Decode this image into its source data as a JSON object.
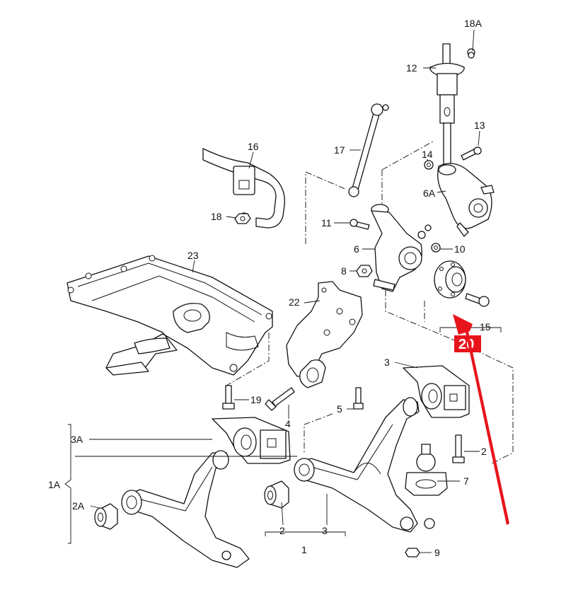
{
  "callouts": {
    "c18a": "18A",
    "c12": "12",
    "c17": "17",
    "c16": "16",
    "c13": "13",
    "c14": "14",
    "c6a": "6A",
    "c18": "18",
    "c11": "11",
    "c6": "6",
    "c10": "10",
    "c23": "23",
    "c8": "8",
    "c22": "22",
    "c15": "15",
    "c20": "20",
    "c3_top": "3",
    "c19": "19",
    "c4": "4",
    "c5": "5",
    "c2_right": "2",
    "c3a": "3A",
    "c7": "7",
    "c1a": "1A",
    "c2a": "2A",
    "c2_bottom": "2",
    "c3_bottom": "3",
    "c9": "9",
    "c1": "1"
  },
  "colors": {
    "highlight_box": "#e8141b",
    "arrow": "#e8141b",
    "line": "#111111"
  }
}
